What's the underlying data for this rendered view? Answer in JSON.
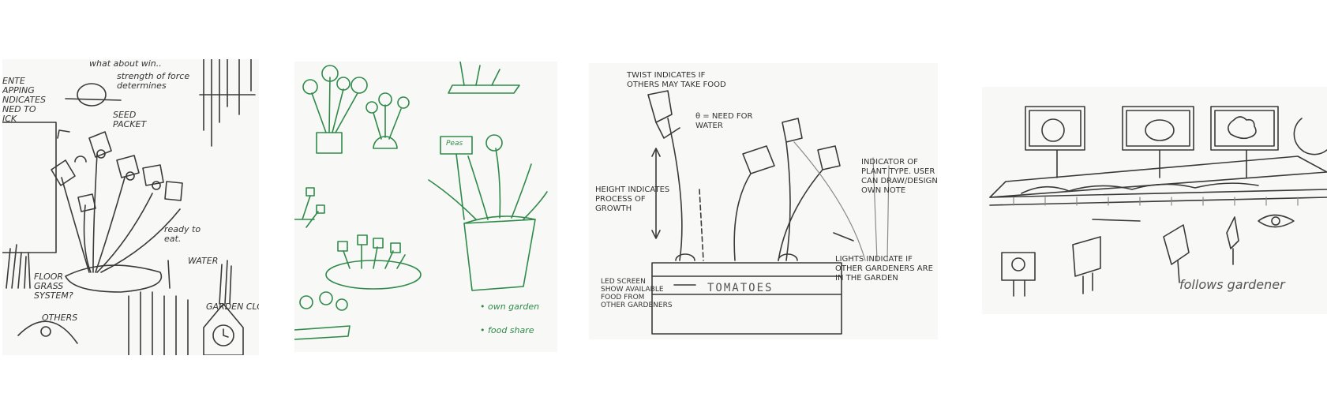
{
  "panels": {
    "p1": {
      "notes": {
        "what_about_wind": "what about win..",
        "strength_force": "strength of force\ndetermines",
        "seed_packet": "SEED\nPACKET",
        "ready_to_eat": "ready to\neat.",
        "water": "WATER",
        "floor_grass": "FLOOR\nGRASS\nSYSTEM?",
        "others": "OTHERS",
        "garden_clock": "GARDEN CLOC",
        "left_edge": "ENTE\nAPPING\nNDICATES\nNED TO\nICK"
      }
    },
    "p2": {
      "notes": {
        "own_garden": "• own garden",
        "food_share": "• food share",
        "sign": "Peas"
      }
    },
    "p3": {
      "notes": {
        "twist": "TWIST INDICATES IF\nOTHERS MAY TAKE FOOD",
        "need_water": "θ = NEED FOR\nWATER",
        "height": "HEIGHT INDICATES\nPROCESS OF\nGROWTH",
        "indicator": "INDICATOR OF\nPLANT TYPE. USER\nCAN DRAW/DESIGN\nOWN NOTE",
        "lights": "LIGHTS INDICATE IF\nOTHER GARDENERS ARE\nIN THE GARDEN",
        "led": "LED SCREEN\nSHOW AVAILABLE\nFOOD FROM\nOTHER GARDENERS",
        "lcd_text": "TOMATOES"
      }
    },
    "p4": {
      "notes": {
        "follows": "follows gardener"
      }
    }
  }
}
